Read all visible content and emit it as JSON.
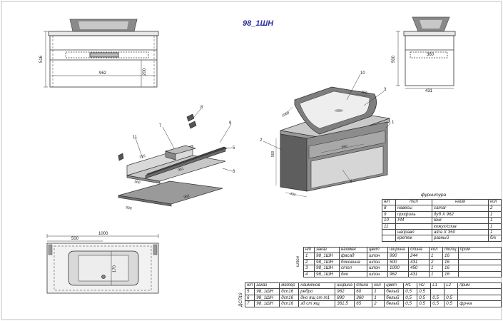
{
  "title": "98_1ШН",
  "front_view": {
    "height_dim": "516",
    "width_dim": "962",
    "gap_dim": "200"
  },
  "side_view": {
    "height_dim": "500",
    "inner_dim": "360",
    "depth_dim": "431"
  },
  "top_view": {
    "width_dim": "1000",
    "offset_dim": "500",
    "sink_dim": "170"
  },
  "iso_parts": {
    "callouts": [
      "7",
      "8",
      "9",
      "5",
      "6",
      "11"
    ],
    "dims": [
      "315",
      "360",
      "961",
      "962",
      "500"
    ]
  },
  "iso_cabinet": {
    "callouts": [
      "10",
      "3",
      "1",
      "2",
      "4"
    ],
    "dims": [
      "450",
      "1000",
      "500",
      "990",
      "431"
    ]
  },
  "hardware_table": {
    "title": "фурнитура",
    "headers": [
      "н/п",
      "тип",
      "наим",
      "кол"
    ],
    "rows": [
      [
        "8",
        "навесы",
        "camar",
        "2"
      ],
      [
        "9",
        "профиль",
        "дуб X 962",
        "1"
      ],
      [
        "10",
        "УМ",
        "lewi",
        "1"
      ],
      [
        "11",
        "",
        "кожух/слив",
        "1"
      ],
      [
        "",
        "направл",
        "atira X 350",
        "1"
      ],
      [
        "",
        "крепеж",
        "разный",
        "б/к"
      ]
    ]
  },
  "facade_table": {
    "side_label": "шпон",
    "headers": [
      "н/п",
      "заказ",
      "наимен",
      "цвет",
      "ширина",
      "длина",
      "кол",
      "толщ",
      "прим"
    ],
    "rows": [
      [
        "1",
        "98_1ШН",
        "фасад",
        "шпон",
        "990",
        "244",
        "1",
        "16",
        ""
      ],
      [
        "2",
        "98_1ШН",
        "боковина",
        "шпон",
        "500",
        "431",
        "2",
        "16",
        ""
      ],
      [
        "3",
        "98_1ШН",
        "стол",
        "шпон",
        "1000",
        "450",
        "1",
        "16",
        ""
      ],
      [
        "4",
        "98_1ШН",
        "дно",
        "шпон",
        "962",
        "431",
        "1",
        "16",
        ""
      ]
    ]
  },
  "dsp_table": {
    "side_label": "ДСП16",
    "headers": [
      "н/п",
      "заказ",
      "матер",
      "наименов",
      "ширина",
      "длина",
      "кол",
      "цвет",
      "H1",
      "H2",
      "L1",
      "L2",
      "прим"
    ],
    "rows": [
      [
        "5",
        "98_1ШН",
        "дсп16",
        "ребро",
        "962",
        "60",
        "1",
        "белый",
        "0,5",
        "0,5",
        "",
        "",
        ""
      ],
      [
        "6",
        "98_1ШН",
        "дсп16",
        "дно ящ ст т1",
        "890",
        "360",
        "1",
        "белый",
        "0,5",
        "0,5",
        "0,5",
        "0,5",
        ""
      ],
      [
        "7",
        "98_1ШН",
        "дсп16",
        "зд ст ящ",
        "361,5",
        "65",
        "2",
        "белый",
        "0,5",
        "0,5",
        "0,5",
        "0,5",
        "фр-ка"
      ]
    ]
  }
}
